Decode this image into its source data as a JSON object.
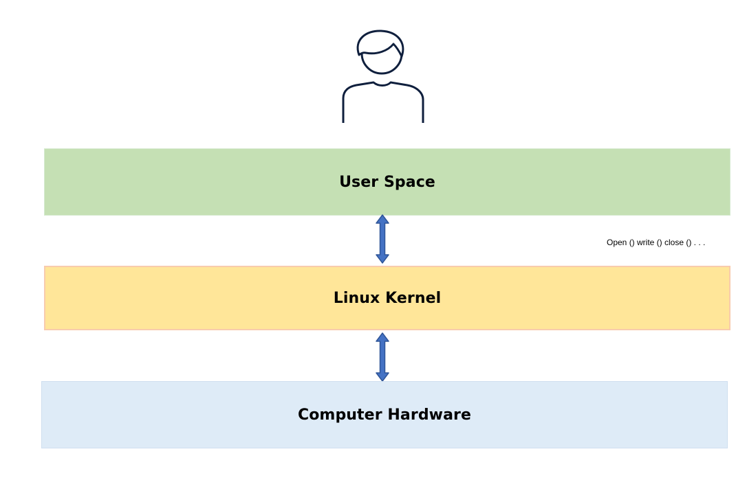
{
  "user_icon": "person-icon",
  "layers": {
    "user_space": "User Space",
    "linux_kernel": "Linux Kernel",
    "computer_hardware": "Computer Hardware"
  },
  "syscall_note": "Open () write () close () . . .",
  "colors": {
    "user_space_fill": "#c5e0b4",
    "linux_kernel_fill": "#ffe699",
    "linux_kernel_border": "#f8cbad",
    "computer_hardware_fill": "#deebf7",
    "arrow_fill": "#4472c4",
    "arrow_stroke": "#2f5597",
    "icon_stroke": "#0f1f3d"
  }
}
